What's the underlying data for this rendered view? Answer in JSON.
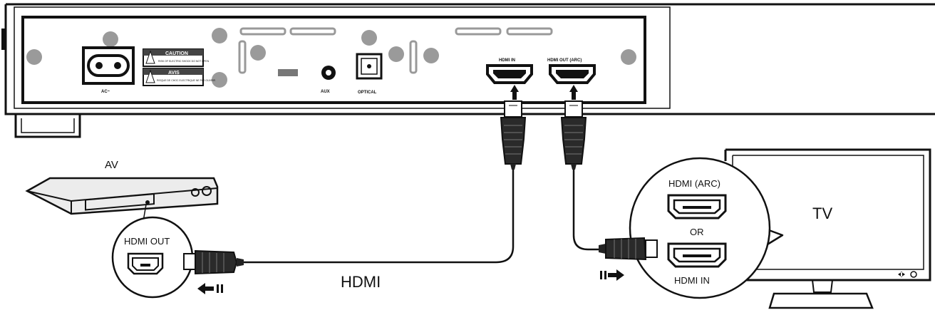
{
  "soundbar": {
    "ports": {
      "ac": "AC~",
      "caution_title": "CAUTION",
      "caution_text": "RISK OF ELECTRIC SHOCK DO NOT OPEN",
      "avis_title": "AVIS",
      "avis_text": "RISQUE DE CHOC ELECTRIQUE NE PAS OUVRIR",
      "aux": "AUX",
      "optical": "OPTICAL",
      "hdmi_in": "HDMI IN",
      "hdmi_out_arc": "HDMI OUT (ARC)"
    }
  },
  "av_device": {
    "label": "AV",
    "port_label": "HDMI OUT"
  },
  "cable": {
    "label": "HDMI"
  },
  "tv": {
    "label": "TV",
    "port_arc": "HDMI (ARC)",
    "or": "OR",
    "port_in": "HDMI IN"
  },
  "colors": {
    "line": "#111111",
    "screw": "#9a9a9a",
    "panel": "#ffffff"
  }
}
